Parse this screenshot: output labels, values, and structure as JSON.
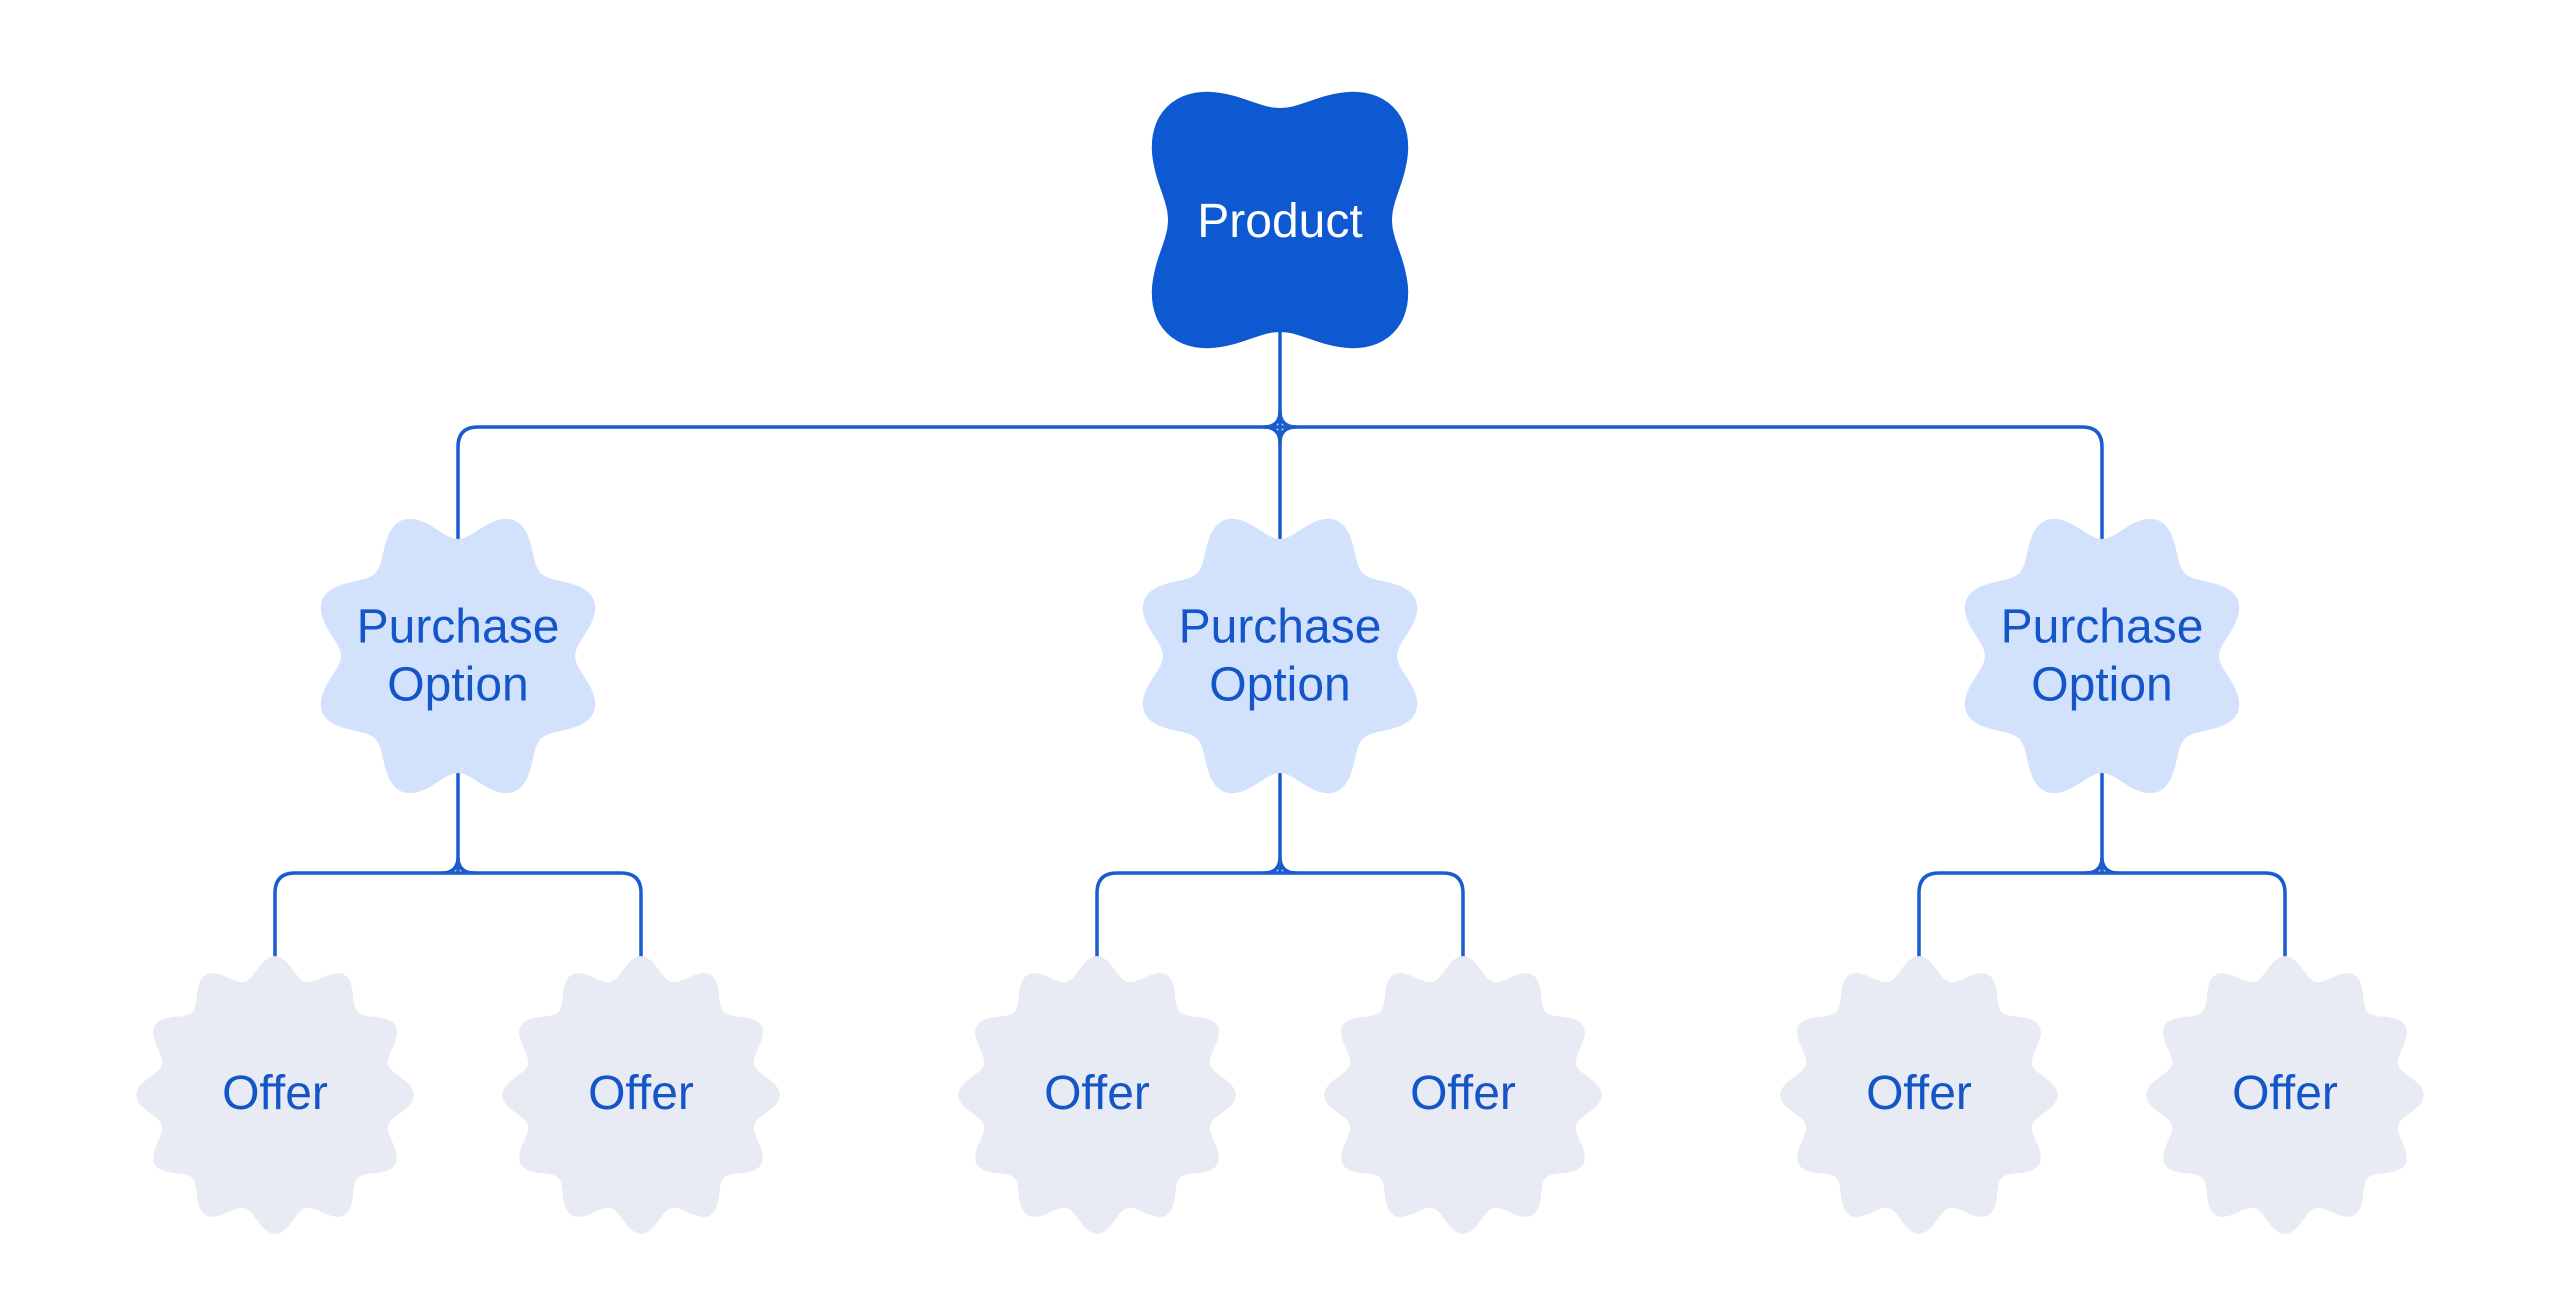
{
  "colors": {
    "background": "#ffffff",
    "product_fill": "#0e59d1",
    "purchase_option_fill": "#d2e2fc",
    "offer_fill": "#e8ebf4",
    "connector_line": "#1a5cd0",
    "label_blue": "#1456c8",
    "label_on_product": "#ffffff"
  },
  "diagram": {
    "root": {
      "label": "Product"
    },
    "purchase_options": [
      {
        "label": "Purchase Option",
        "offers": [
          {
            "label": "Offer"
          },
          {
            "label": "Offer"
          }
        ]
      },
      {
        "label": "Purchase Option",
        "offers": [
          {
            "label": "Offer"
          },
          {
            "label": "Offer"
          }
        ]
      },
      {
        "label": "Purchase Option",
        "offers": [
          {
            "label": "Offer"
          },
          {
            "label": "Offer"
          }
        ]
      }
    ]
  }
}
